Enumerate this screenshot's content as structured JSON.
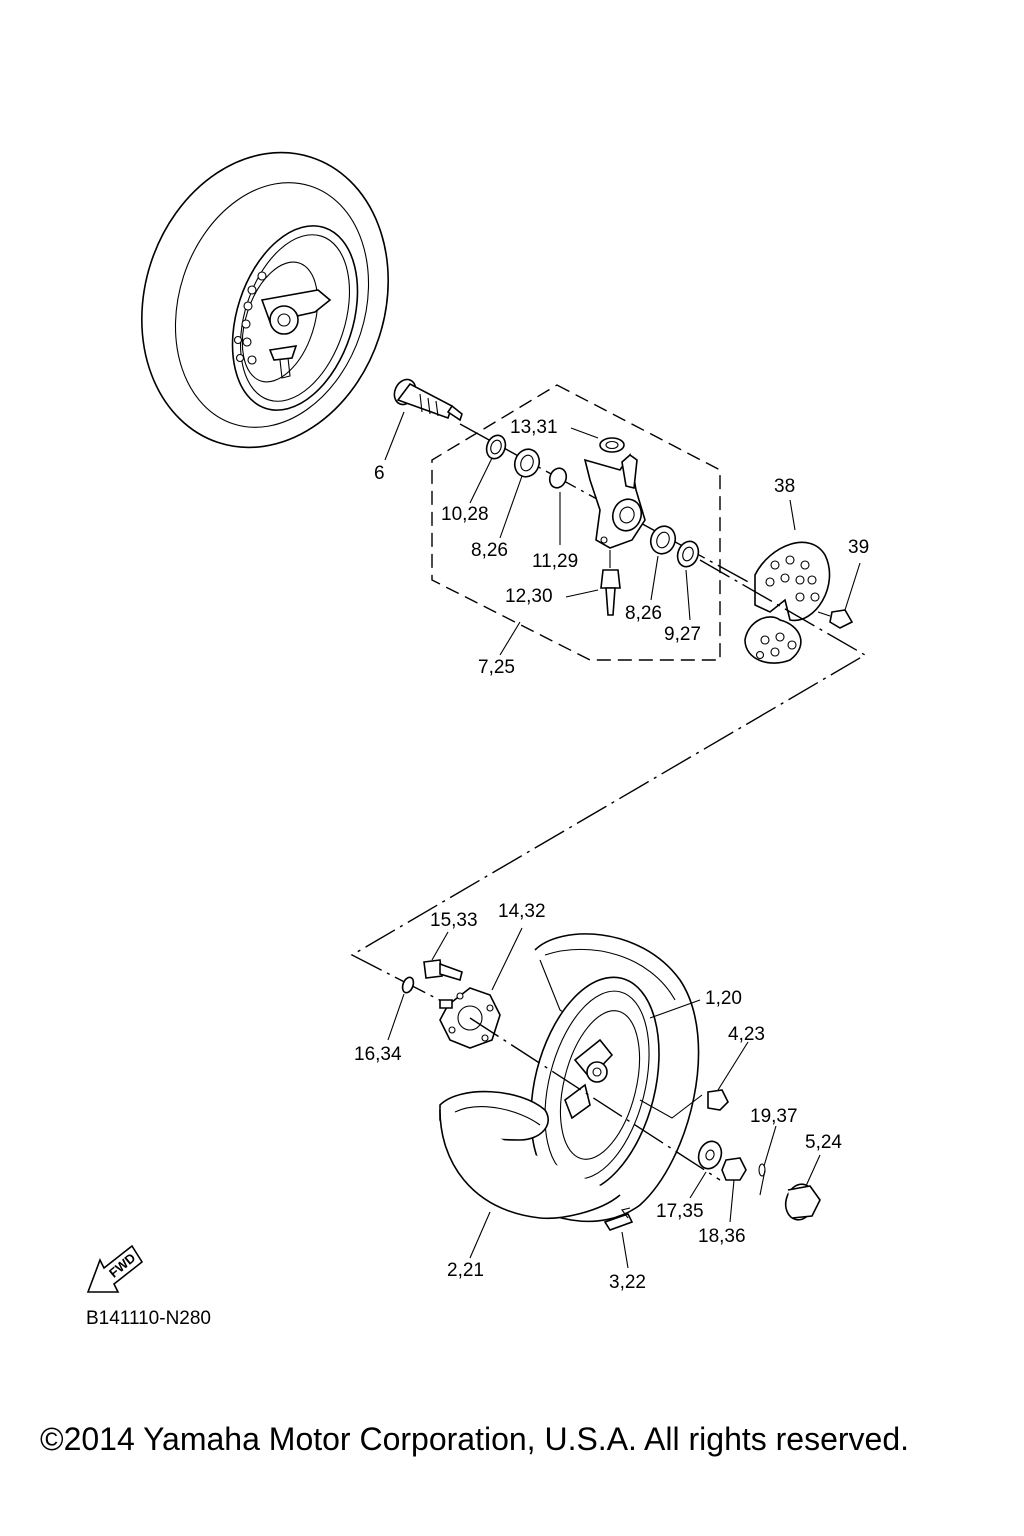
{
  "diagram": {
    "callouts": {
      "c6": "6",
      "c13_31": "13,31",
      "c10_28": "10,28",
      "c8_26_a": "8,26",
      "c11_29": "11,29",
      "c12_30": "12,30",
      "c8_26_b": "8,26",
      "c9_27": "9,27",
      "c7_25": "7,25",
      "c38": "38",
      "c39": "39",
      "c15_33": "15,33",
      "c14_32": "14,32",
      "c1_20": "1,20",
      "c4_23": "4,23",
      "c16_34": "16,34",
      "c19_37": "19,37",
      "c5_24": "5,24",
      "c17_35": "17,35",
      "c18_36": "18,36",
      "c2_21": "2,21",
      "c3_22": "3,22"
    },
    "fwd_label": "FWD",
    "diagram_code": "B141110-N280",
    "copyright": "©2014 Yamaha Motor Corporation, U.S.A. All rights reserved."
  }
}
